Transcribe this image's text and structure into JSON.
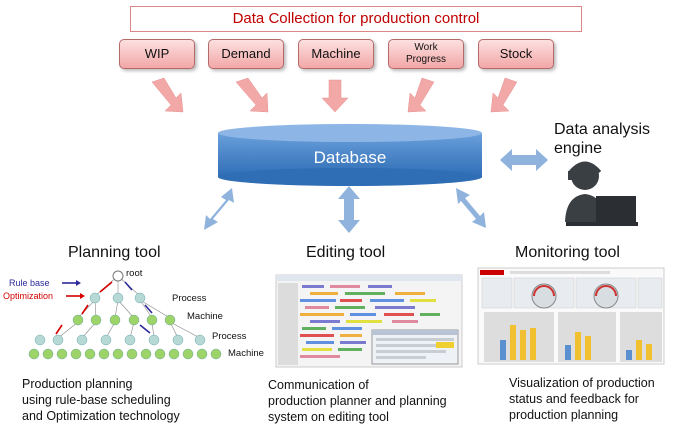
{
  "header": {
    "title": "Data Collection for  production control"
  },
  "sources": [
    "WIP",
    "Demand",
    "Machine",
    "Work Progress",
    "Stock"
  ],
  "database": {
    "label": "Database"
  },
  "engine": {
    "label_line1": "Data analysis",
    "label_line2": "engine"
  },
  "tools": [
    {
      "title": "Planning tool",
      "desc": [
        "Production planning",
        "using rule-base scheduling",
        "and Optimization technology"
      ]
    },
    {
      "title": "Editing tool",
      "desc": [
        "Communication of",
        "production planner and planning",
        "system on editing tool"
      ]
    },
    {
      "title": "Monitoring tool",
      "desc": [
        "Visualization of production",
        "status and feedback for",
        "production planning"
      ]
    }
  ],
  "tree": {
    "legend_rule": "Rule base",
    "legend_opt": "Optimization",
    "root": "root",
    "level1": "Process",
    "level2": "Machine",
    "level3": "Process",
    "level4": "Machine"
  },
  "colors": {
    "header_text": "#c00000",
    "source_fill": "#f2a7a7",
    "db_blue": "#4a86c8",
    "arrow_blue": "#8fb3dd",
    "node_green": "#9ed36a",
    "node_teal": "#b7d9d6"
  }
}
